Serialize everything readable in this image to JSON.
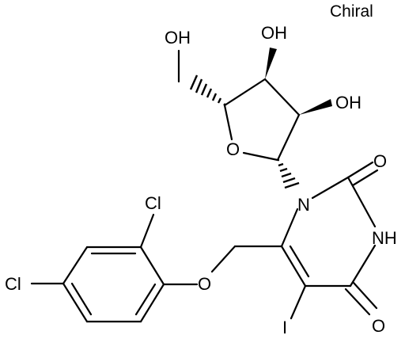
{
  "chiral_flag": "Chiral",
  "atoms": {
    "hydroxymethyl_oh": "OH",
    "c3_oh": "OH",
    "c2_oh": "OH",
    "ring_o": "O",
    "n1": "N",
    "o2": "O",
    "n3h": "NH",
    "o4": "O",
    "iodo": "I",
    "ether_o": "O",
    "cl_ortho": "Cl",
    "cl_para": "Cl"
  },
  "colors": {
    "ink": "#000000",
    "background": "#ffffff"
  }
}
